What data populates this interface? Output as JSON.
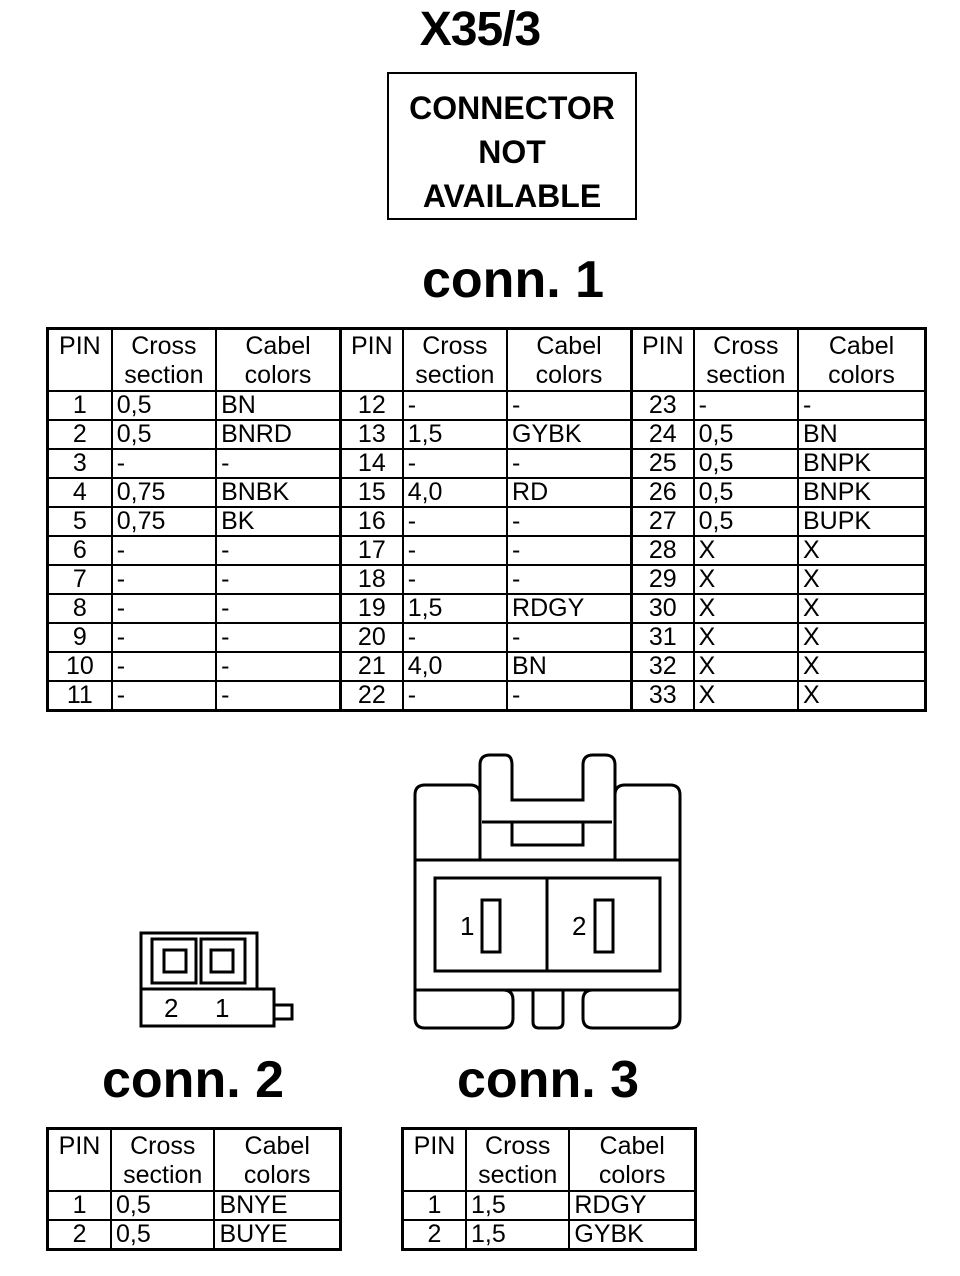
{
  "title": "X35/3",
  "not_available": [
    "CONNECTOR",
    "NOT",
    "AVAILABLE"
  ],
  "conn1": {
    "heading": "conn. 1",
    "headers": {
      "pin": "PIN",
      "cross": [
        "Cross",
        "section"
      ],
      "colors": [
        "Cabel",
        "colors"
      ]
    },
    "rows": [
      [
        [
          "1",
          "0,5",
          "BN"
        ],
        [
          "12",
          "-",
          "-"
        ],
        [
          "23",
          "-",
          "-"
        ]
      ],
      [
        [
          "2",
          "0,5",
          "BNRD"
        ],
        [
          "13",
          "1,5",
          "GYBK"
        ],
        [
          "24",
          "0,5",
          "BN"
        ]
      ],
      [
        [
          "3",
          "-",
          "-"
        ],
        [
          "14",
          "-",
          "-"
        ],
        [
          "25",
          "0,5",
          "BNPK"
        ]
      ],
      [
        [
          "4",
          "0,75",
          "BNBK"
        ],
        [
          "15",
          "4,0",
          "RD"
        ],
        [
          "26",
          "0,5",
          "BNPK"
        ]
      ],
      [
        [
          "5",
          "0,75",
          "BK"
        ],
        [
          "16",
          "-",
          "-"
        ],
        [
          "27",
          "0,5",
          "BUPK"
        ]
      ],
      [
        [
          "6",
          "-",
          "-"
        ],
        [
          "17",
          "-",
          "-"
        ],
        [
          "28",
          "X",
          "X"
        ]
      ],
      [
        [
          "7",
          "-",
          "-"
        ],
        [
          "18",
          "-",
          "-"
        ],
        [
          "29",
          "X",
          "X"
        ]
      ],
      [
        [
          "8",
          "-",
          "-"
        ],
        [
          "19",
          "1,5",
          "RDGY"
        ],
        [
          "30",
          "X",
          "X"
        ]
      ],
      [
        [
          "9",
          "-",
          "-"
        ],
        [
          "20",
          "-",
          "-"
        ],
        [
          "31",
          "X",
          "X"
        ]
      ],
      [
        [
          "10",
          "-",
          "-"
        ],
        [
          "21",
          "4,0",
          "BN"
        ],
        [
          "32",
          "X",
          "X"
        ]
      ],
      [
        [
          "11",
          "-",
          "-"
        ],
        [
          "22",
          "-",
          "-"
        ],
        [
          "33",
          "X",
          "X"
        ]
      ]
    ]
  },
  "conn2": {
    "heading": "conn. 2",
    "drawing_labels": [
      "2",
      "1"
    ],
    "headers": {
      "pin": "PIN",
      "cross": [
        "Cross",
        "section"
      ],
      "colors": [
        "Cabel",
        "colors"
      ]
    },
    "rows": [
      [
        "1",
        "0,5",
        "BNYE"
      ],
      [
        "2",
        "0,5",
        "BUYE"
      ]
    ]
  },
  "conn3": {
    "heading": "conn. 3",
    "drawing_labels": [
      "1",
      "2"
    ],
    "headers": {
      "pin": "PIN",
      "cross": [
        "Cross",
        "section"
      ],
      "colors": [
        "Cabel",
        "colors"
      ]
    },
    "rows": [
      [
        "1",
        "1,5",
        "RDGY"
      ],
      [
        "2",
        "1,5",
        "GYBK"
      ]
    ]
  }
}
